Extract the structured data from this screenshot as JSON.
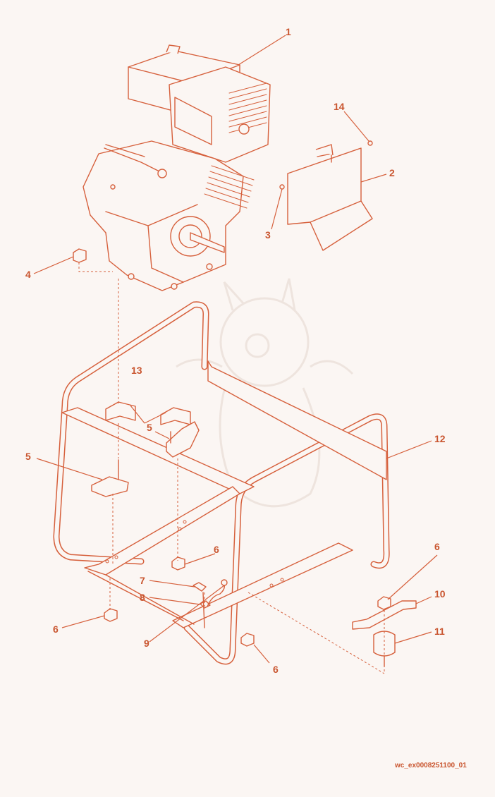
{
  "diagram": {
    "callouts": [
      {
        "id": "c1",
        "number": "1"
      },
      {
        "id": "c2",
        "number": "2"
      },
      {
        "id": "c3",
        "number": "3"
      },
      {
        "id": "c4",
        "number": "4"
      },
      {
        "id": "c5a",
        "number": "5"
      },
      {
        "id": "c5b",
        "number": "5"
      },
      {
        "id": "c6a",
        "number": "6"
      },
      {
        "id": "c6b",
        "number": "6"
      },
      {
        "id": "c6c",
        "number": "6"
      },
      {
        "id": "c6d",
        "number": "6"
      },
      {
        "id": "c7",
        "number": "7"
      },
      {
        "id": "c8",
        "number": "8"
      },
      {
        "id": "c9",
        "number": "9"
      },
      {
        "id": "c10",
        "number": "10"
      },
      {
        "id": "c11",
        "number": "11"
      },
      {
        "id": "c12",
        "number": "12"
      },
      {
        "id": "c13",
        "number": "13"
      },
      {
        "id": "c14",
        "number": "14"
      }
    ],
    "image_id": "wc_ex0008251100_01"
  },
  "colors": {
    "line": "#d6603c",
    "text": "#c9552f",
    "background": "#fbf6f3"
  }
}
